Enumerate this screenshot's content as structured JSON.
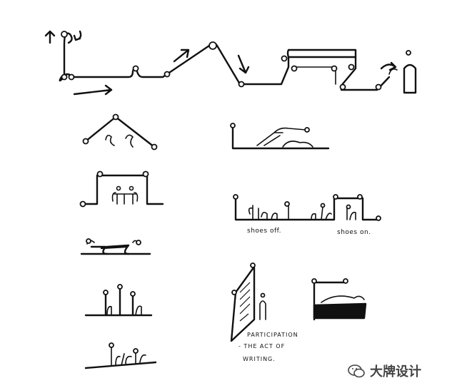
{
  "labels": {
    "shoes_off": "shoes off.",
    "shoes_on": "shoes on.",
    "participation_line1": "PARTICIPATION",
    "participation_line2": "- THE ACT OF",
    "participation_line3": "WRITING."
  },
  "watermark": {
    "text": "大牌设计",
    "icon": "wechat-bubble-icon"
  },
  "colors": {
    "ink": "#111111",
    "paper": "#ffffff",
    "watermark": "#444444"
  }
}
